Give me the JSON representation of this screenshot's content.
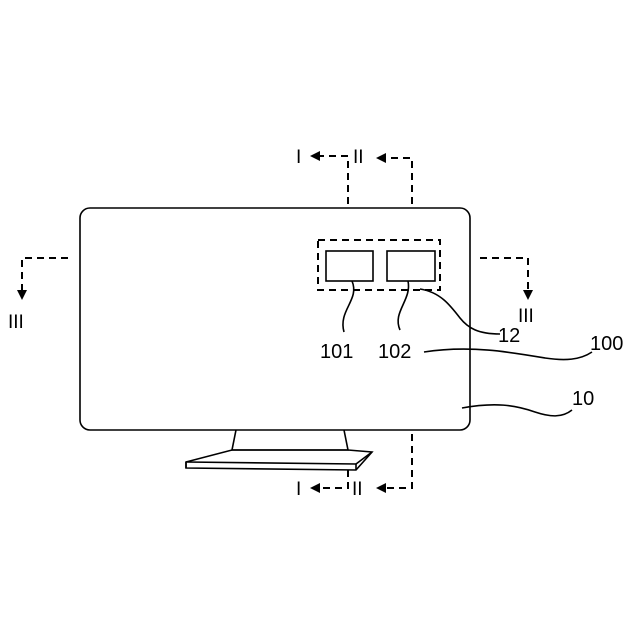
{
  "labels": {
    "display": "10",
    "device": "100",
    "sensor_group": "12",
    "sensor_a": "101",
    "sensor_b": "102"
  },
  "section_marks": {
    "top_left": "I",
    "top_right": "II",
    "bottom_left": "I",
    "bottom_right": "II",
    "side_left": "III",
    "side_right": "III"
  }
}
